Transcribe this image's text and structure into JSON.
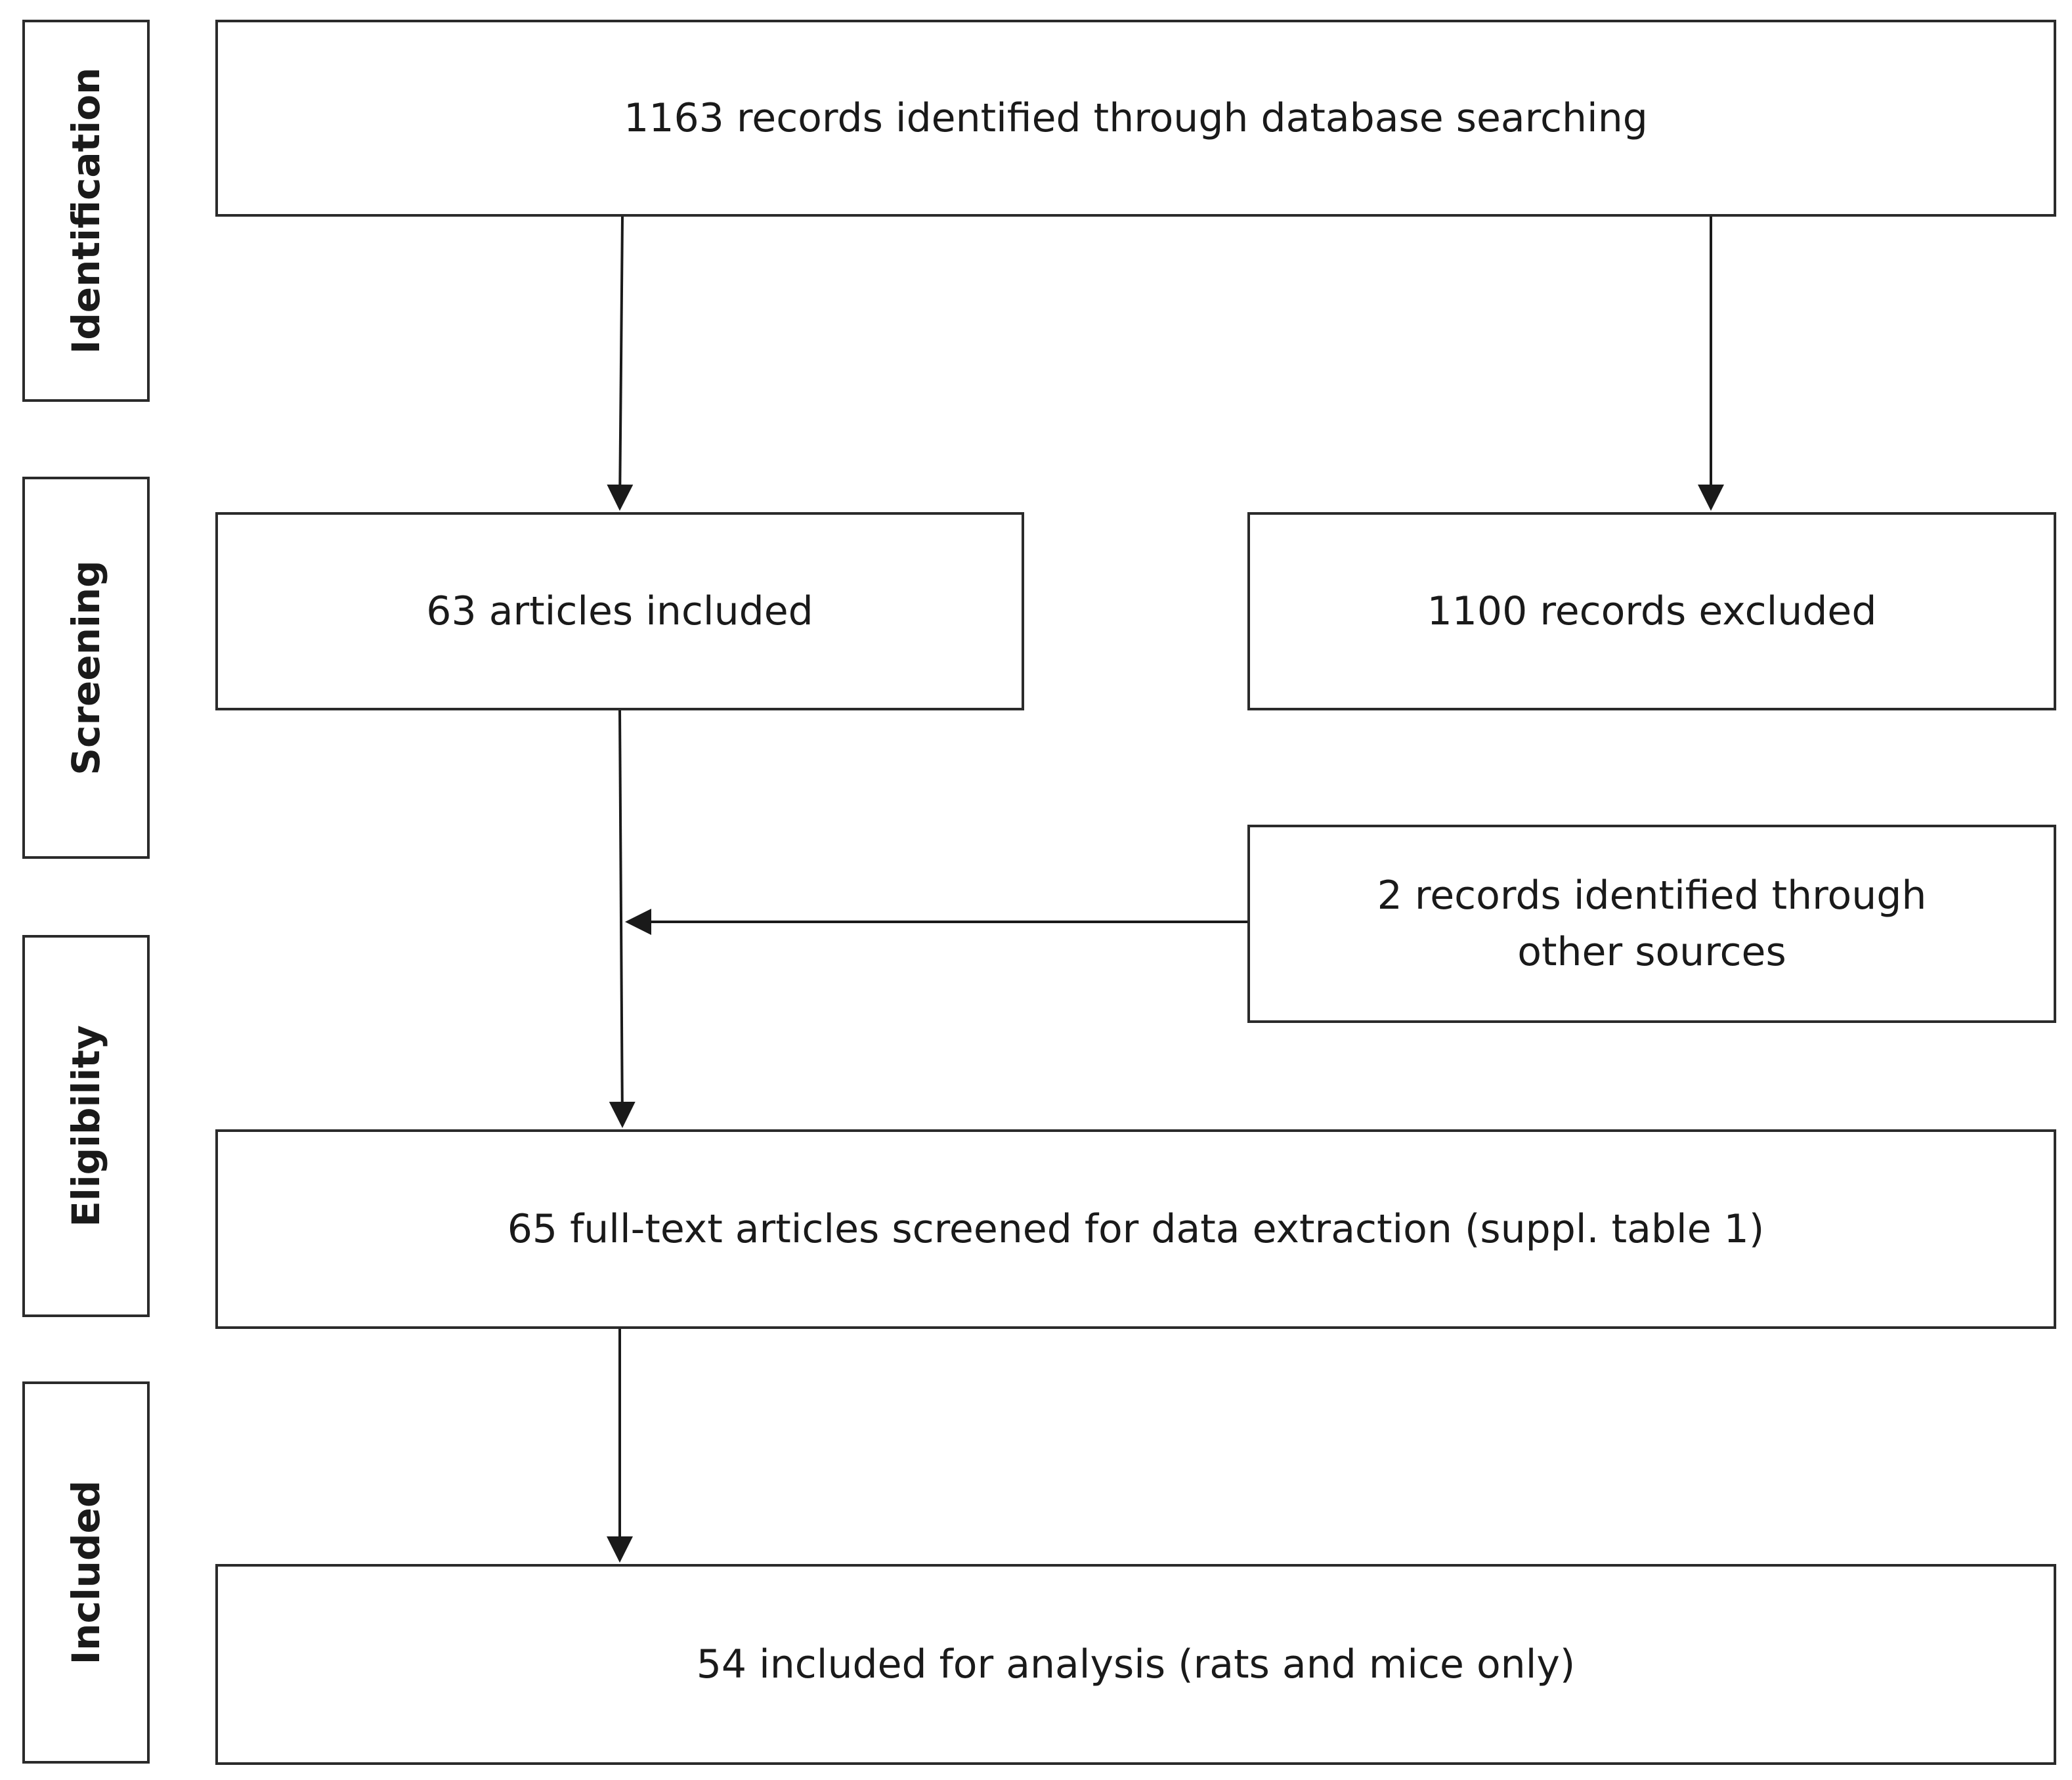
{
  "stages": [
    {
      "id": "identification",
      "label": "Identification"
    },
    {
      "id": "screening",
      "label": "Screening"
    },
    {
      "id": "eligibility",
      "label": "Eligibility"
    },
    {
      "id": "included",
      "label": "Included"
    }
  ],
  "boxes": {
    "database_search": "1163 records identified through database searching",
    "articles_included": "63 articles included",
    "records_excluded": "1100 records excluded",
    "other_sources": "2 records identified through other sources",
    "full_text_screened": "65 full-text articles screened for data extraction (suppl. table 1)",
    "included_analysis": "54 included for analysis (rats and mice only)"
  }
}
